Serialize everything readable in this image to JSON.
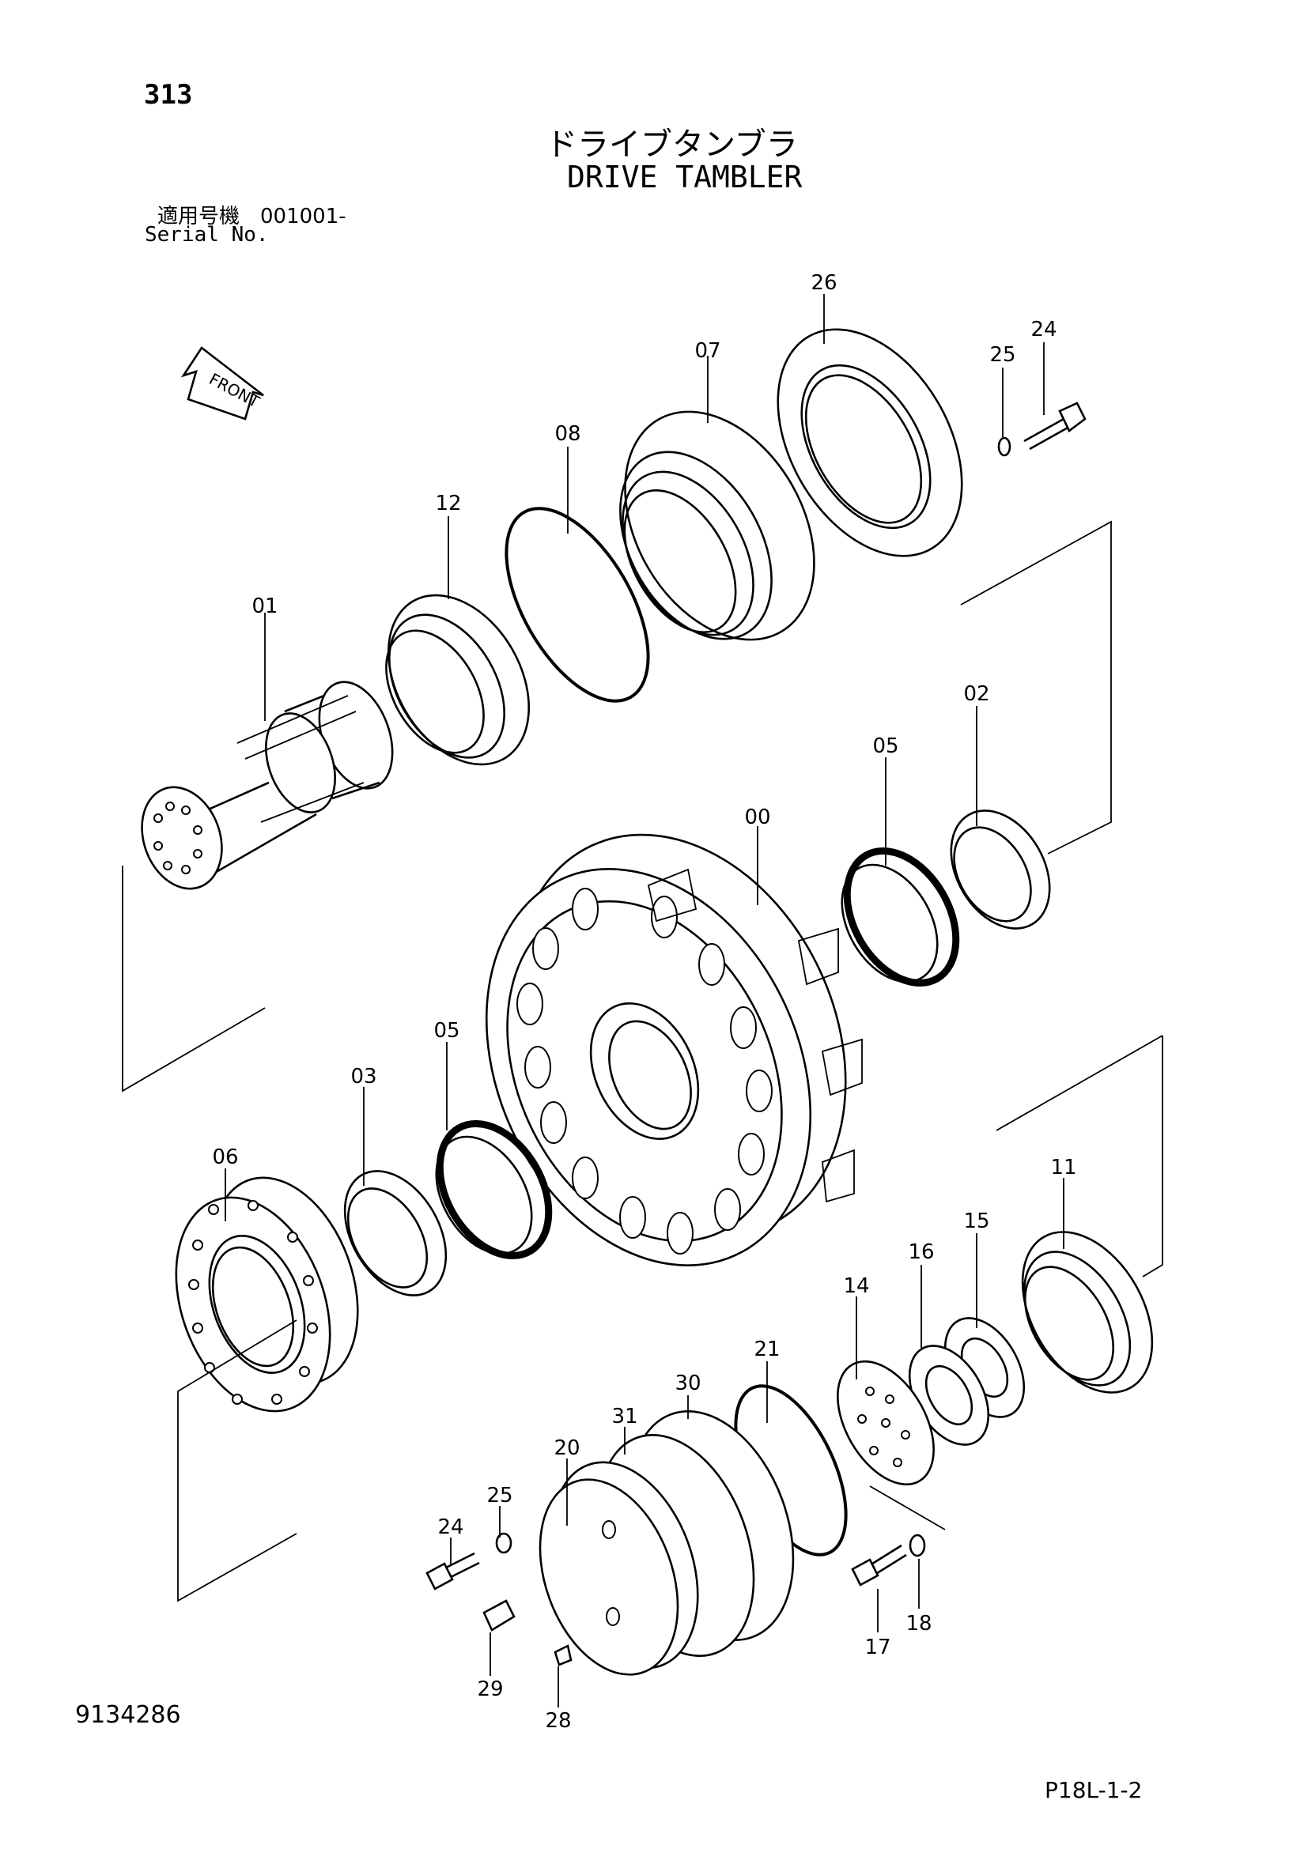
{
  "header": {
    "page_number": "313",
    "title_jp": "ドライブタンブラ",
    "title_en": "DRIVE TAMBLER",
    "serial_label_jp": "適用号機　001001-",
    "serial_label_en": "Serial No."
  },
  "front_arrow": {
    "label": "FRONT"
  },
  "callouts": {
    "c00": "00",
    "c01": "01",
    "c02": "02",
    "c03": "03",
    "c05a": "05",
    "c05b": "05",
    "c06": "06",
    "c07": "07",
    "c08": "08",
    "c11": "11",
    "c12": "12",
    "c14": "14",
    "c15": "15",
    "c16": "16",
    "c17": "17",
    "c18": "18",
    "c20": "20",
    "c21": "21",
    "c24a": "24",
    "c24b": "24",
    "c25a": "25",
    "c25b": "25",
    "c26": "26",
    "c28": "28",
    "c29": "29",
    "c30": "30",
    "c31": "31"
  },
  "footer": {
    "document_number": "9134286",
    "page_reference": "P18L-1-2"
  }
}
